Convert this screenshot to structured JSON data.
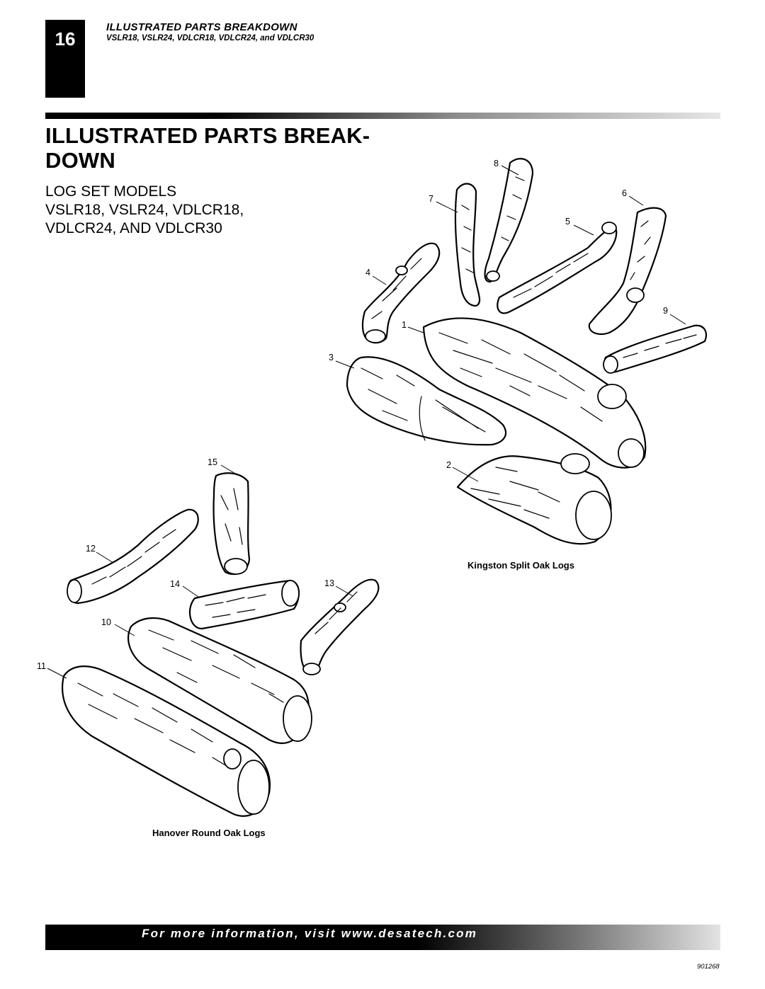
{
  "header": {
    "page_number": "16",
    "section_title": "ILLUSTRATED PARTS BREAKDOWN",
    "models_line": "VSLR18, VSLR24, VDLCR18, VDLCR24, and VDLCR30"
  },
  "main": {
    "title": "ILLUSTRATED PARTS BREAK- DOWN",
    "subtitle_line1": "LOG SET MODELS",
    "subtitle_line2": "VSLR18, VSLR24, VDLCR18,",
    "subtitle_line3": "VDLCR24, AND VDLCR30"
  },
  "callouts": [
    "1",
    "2",
    "3",
    "4",
    "5",
    "6",
    "7",
    "8",
    "9",
    "10",
    "11",
    "12",
    "13",
    "14",
    "15"
  ],
  "captions": {
    "kingston": "Kingston Split Oak Logs",
    "hanover": "Hanover Round Oak Logs"
  },
  "footer": {
    "text": "For more information, visit www.desatech.com",
    "doc_number": "901268"
  }
}
